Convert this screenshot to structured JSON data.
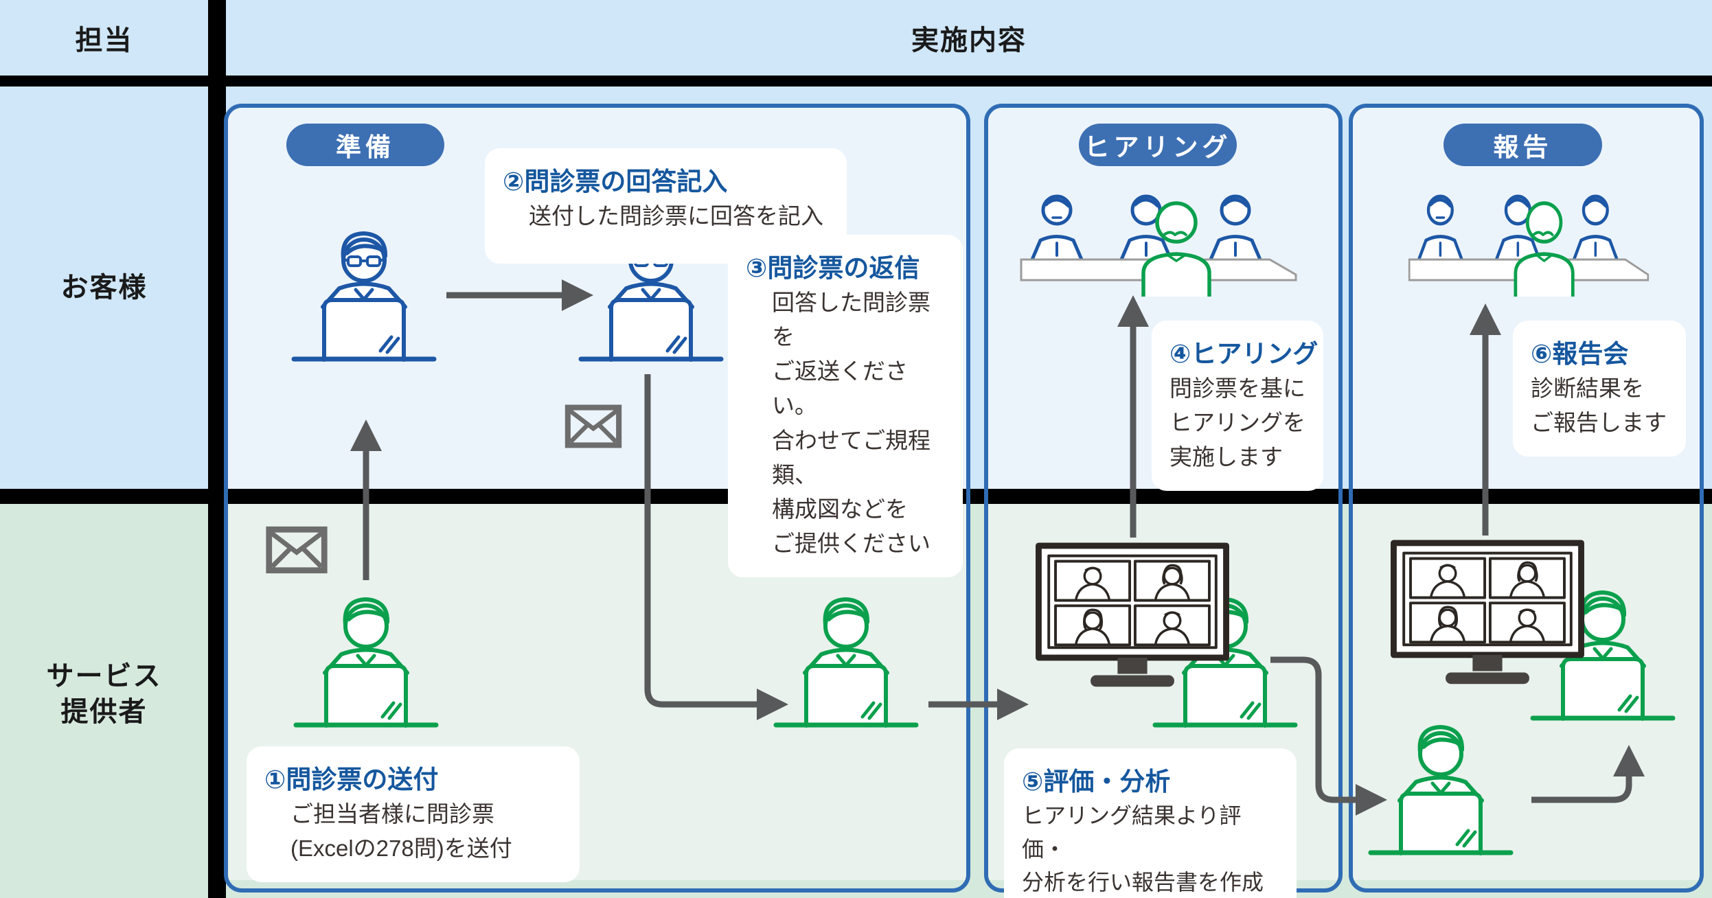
{
  "header": {
    "left": "担当",
    "right": "実施内容"
  },
  "lanes": {
    "customer": "お客様",
    "provider_line1": "サービス",
    "provider_line2": "提供者"
  },
  "phases": [
    {
      "label": "準備"
    },
    {
      "label": "ヒアリング"
    },
    {
      "label": "報告"
    }
  ],
  "steps": [
    {
      "title": "①問診票の送付",
      "lines": [
        "ご担当者様に問診票",
        "(Excelの278問)を送付"
      ]
    },
    {
      "title": "②問診票の回答記入",
      "lines": [
        "送付した問診票に回答を記入"
      ]
    },
    {
      "title": "③問診票の返信",
      "lines": [
        "回答した問診票を",
        "ご返送ください。",
        "合わせてご規程類、",
        "構成図などを",
        "ご提供ください"
      ]
    },
    {
      "title": "④ヒアリング",
      "lines": [
        "問診票を基に",
        "ヒアリングを",
        "実施します"
      ]
    },
    {
      "title": "⑤評価・分析",
      "lines": [
        "ヒアリング結果より評価・",
        "分析を行い報告書を作成"
      ]
    },
    {
      "title": "⑥報告会",
      "lines": [
        "診断結果を",
        "ご報告します"
      ]
    }
  ],
  "icons": {
    "mail_send": "mail-icon",
    "mail_return": "mail-icon",
    "video_meeting": "video-conference-monitor-icon",
    "interview": "meeting-table-icon"
  },
  "colors": {
    "header_customer_bg": "#cfe7f8",
    "provider_bg": "#d6e9dd",
    "panel_customer_bg": "#ecf4fb",
    "panel_provider_bg": "#e9f2ec",
    "panel_border": "#2f6cb4",
    "badge_bg": "#3d6fb3",
    "step_title_blue": "#15579e",
    "body_text": "#3a3330",
    "arrow_gray": "#58595b",
    "mail_gray": "#6d6d6d",
    "person_blue": "#1d57a6",
    "person_green": "#0ba04d",
    "divider_black": "#000000"
  }
}
